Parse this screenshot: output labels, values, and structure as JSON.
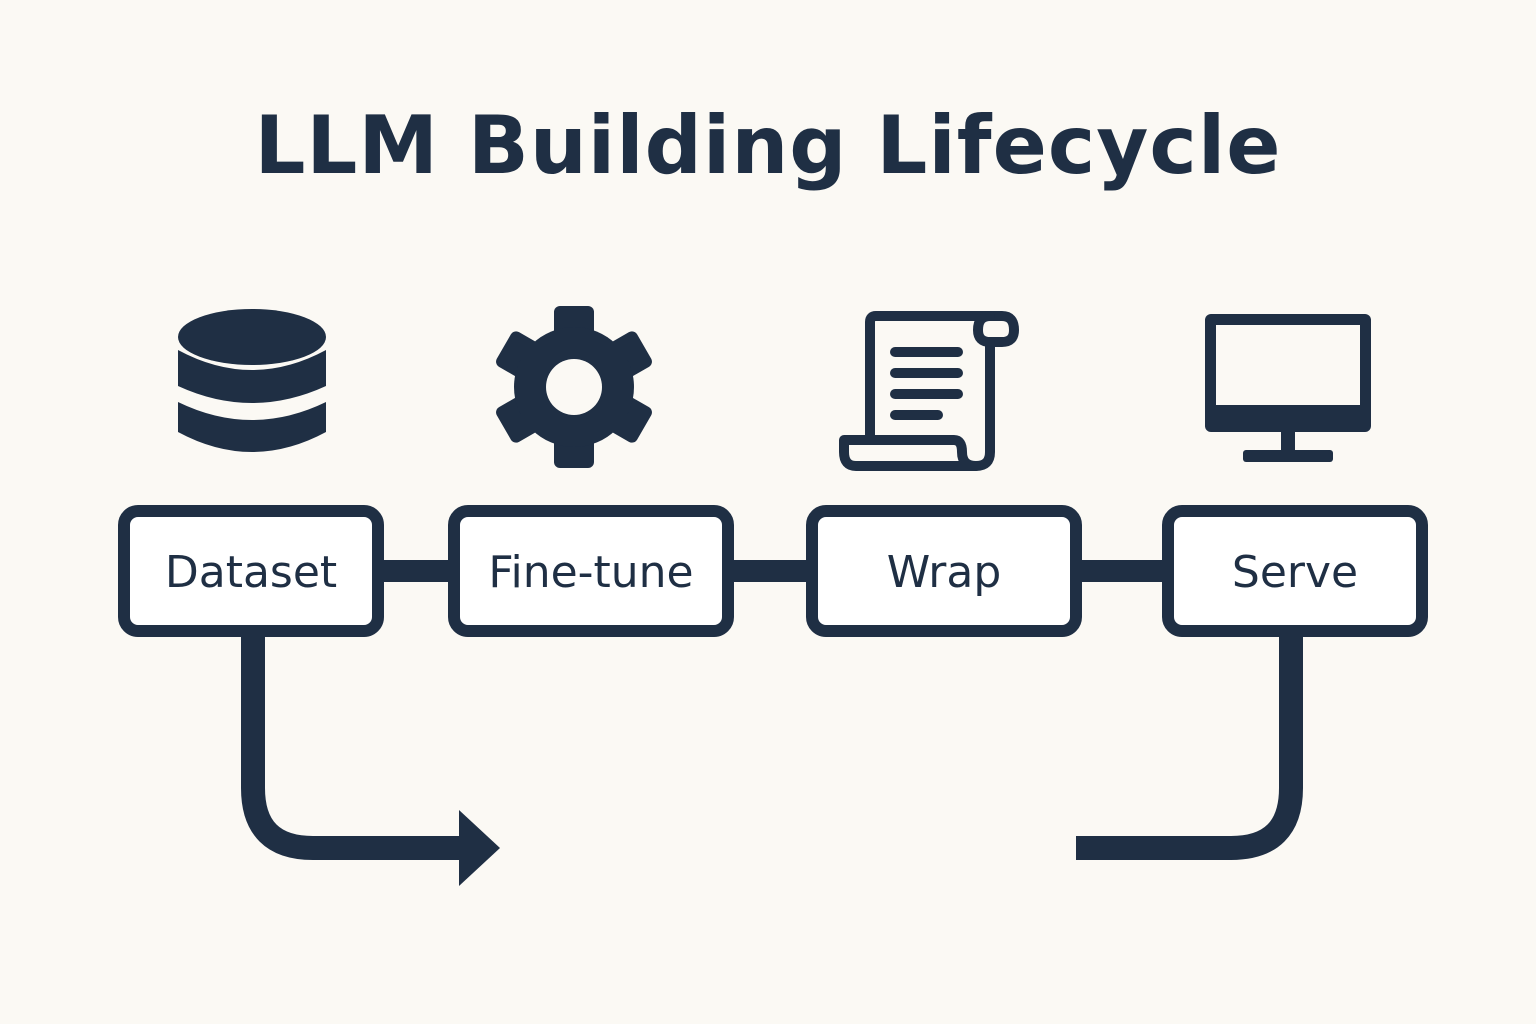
{
  "title": "LLM Building Lifecycle",
  "colors": {
    "background": "#fbf9f4",
    "ink": "#1f2f44",
    "box_fill": "#ffffff"
  },
  "stages": [
    {
      "label": "Dataset",
      "icon": "database-icon"
    },
    {
      "label": "Fine-tune",
      "icon": "gear-icon"
    },
    {
      "label": "Wrap",
      "icon": "scroll-icon"
    },
    {
      "label": "Serve",
      "icon": "monitor-icon"
    }
  ]
}
